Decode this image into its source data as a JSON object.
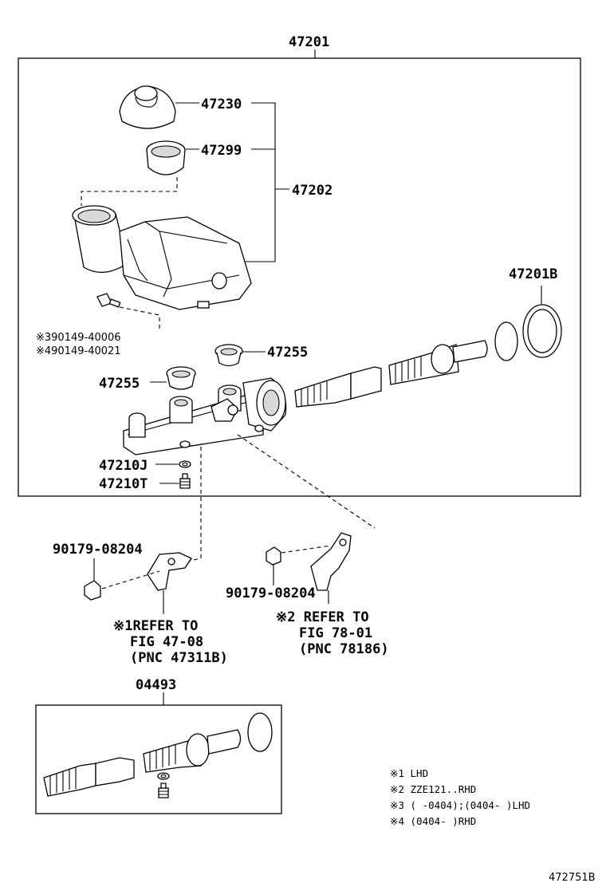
{
  "part_numbers": {
    "assembly": "47201",
    "cap": "47230",
    "strainer": "47299",
    "reservoir": "47202",
    "reservoir_pin_a": "※390149-40006",
    "reservoir_pin_b": "※490149-40021",
    "grommet_upper": "47255",
    "grommet_lower": "47255",
    "o_ring": "47201B",
    "gasket": "47210J",
    "plug": "47210T",
    "nut_left": "90179-08204",
    "nut_right": "90179-08204",
    "kit": "04493"
  },
  "references": {
    "left": {
      "line1": "※1REFER TO",
      "line2": "FIG 47-08",
      "line3": "(PNC 47311B)"
    },
    "right": {
      "line1": "※2 REFER TO",
      "line2": "FIG 78-01",
      "line3": "(PNC 78186)"
    }
  },
  "notes": [
    "※1 LHD",
    "※2 ZZE121..RHD",
    "※3 (     -0404);(0404-     )LHD",
    "※4 (0404-     )RHD"
  ],
  "figure_id": "472751B"
}
